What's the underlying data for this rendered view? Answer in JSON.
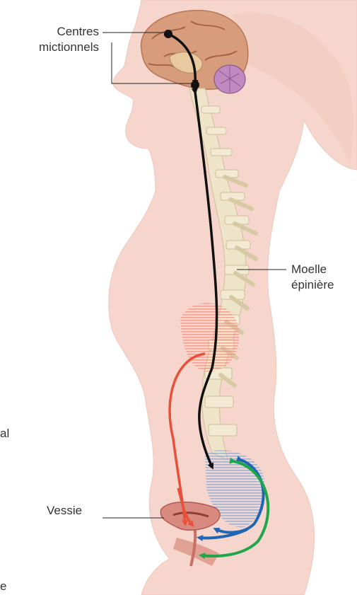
{
  "labels": {
    "centres": "Centres\nmictionnels",
    "moelle": "Moelle\népinière",
    "vessie": "Vessie",
    "left_fragment_1": "al",
    "left_fragment_2": "e"
  },
  "colors": {
    "skin": "#f6d6cc",
    "skin_edge": "#efc7bb",
    "brain": "#d79c7c",
    "spine_bone": "#eee4c9",
    "neural_path": "#111111",
    "sympathetic": "#e8503a",
    "parasympathetic": "#1f66b5",
    "somatic": "#1fa64a",
    "bladder": "#d98a80",
    "leader": "#222222"
  },
  "icons": {
    "node": "black-dot",
    "body": "female-silhouette-profile"
  }
}
